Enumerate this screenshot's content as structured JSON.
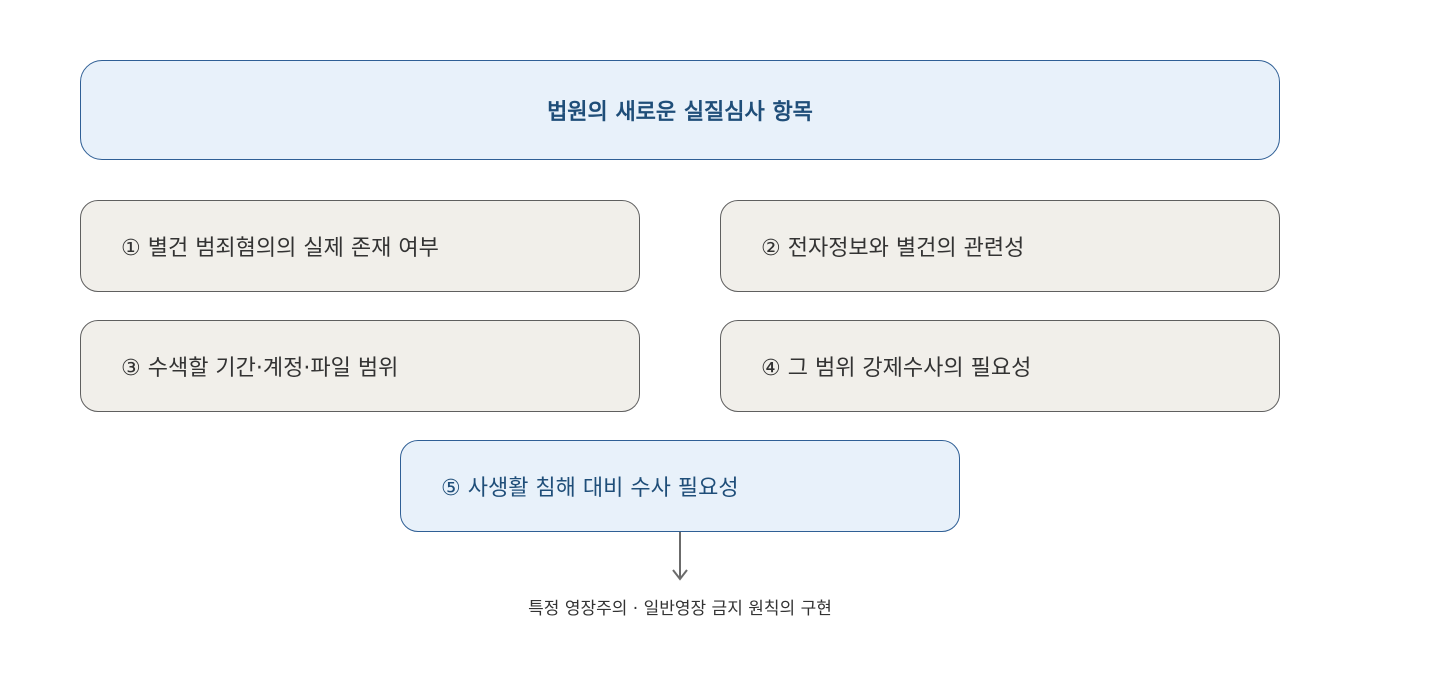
{
  "header": {
    "title": "법원의 새로운 실질심사 항목"
  },
  "items": [
    {
      "label": "① 별건 범죄혐의의 실제 존재 여부"
    },
    {
      "label": "② 전자정보와 별건의 관련성"
    },
    {
      "label": "③ 수색할 기간·계정·파일 범위"
    },
    {
      "label": "④ 그 범위 강제수사의 필요성"
    },
    {
      "label": "⑤ 사생활 침해 대비 수사 필요성"
    }
  ],
  "result": {
    "text": "특정 영장주의 · 일반영장 금지 원칙의 구현"
  },
  "colors": {
    "header_fill": "#e8f1fa",
    "header_border": "#2f5f95",
    "header_text": "#1f4e79",
    "item_fill": "#f1efea",
    "item_border": "#5f5f5f",
    "arrow": "#6b6b6b"
  }
}
